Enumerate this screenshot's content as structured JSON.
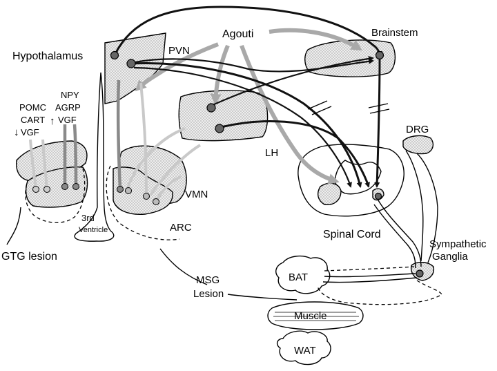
{
  "labels": {
    "hypothalamus": "Hypothalamus",
    "pvn": "PVN",
    "agouti": "Agouti",
    "brainstem": "Brainstem",
    "lh": "LH",
    "drg": "DRG",
    "vmn": "VMN",
    "arc": "ARC",
    "third": "3rd",
    "ventricle": "Ventricle",
    "spinal_cord": "Spinal Cord",
    "sympathetic": "Sympathetic",
    "ganglia": "Ganglia",
    "msg": "MSG",
    "lesion": "Lesion",
    "gtg_lesion": "GTG lesion",
    "bat": "BAT",
    "muscle": "Muscle",
    "wat": "WAT",
    "pomc": "POMC",
    "cart": "CART",
    "vgf_down": "VGF",
    "npy": "NPY",
    "agrp": "AGRP",
    "vgf_up": "VGF",
    "down_arrow": "↓",
    "up_arrow": "↑"
  }
}
